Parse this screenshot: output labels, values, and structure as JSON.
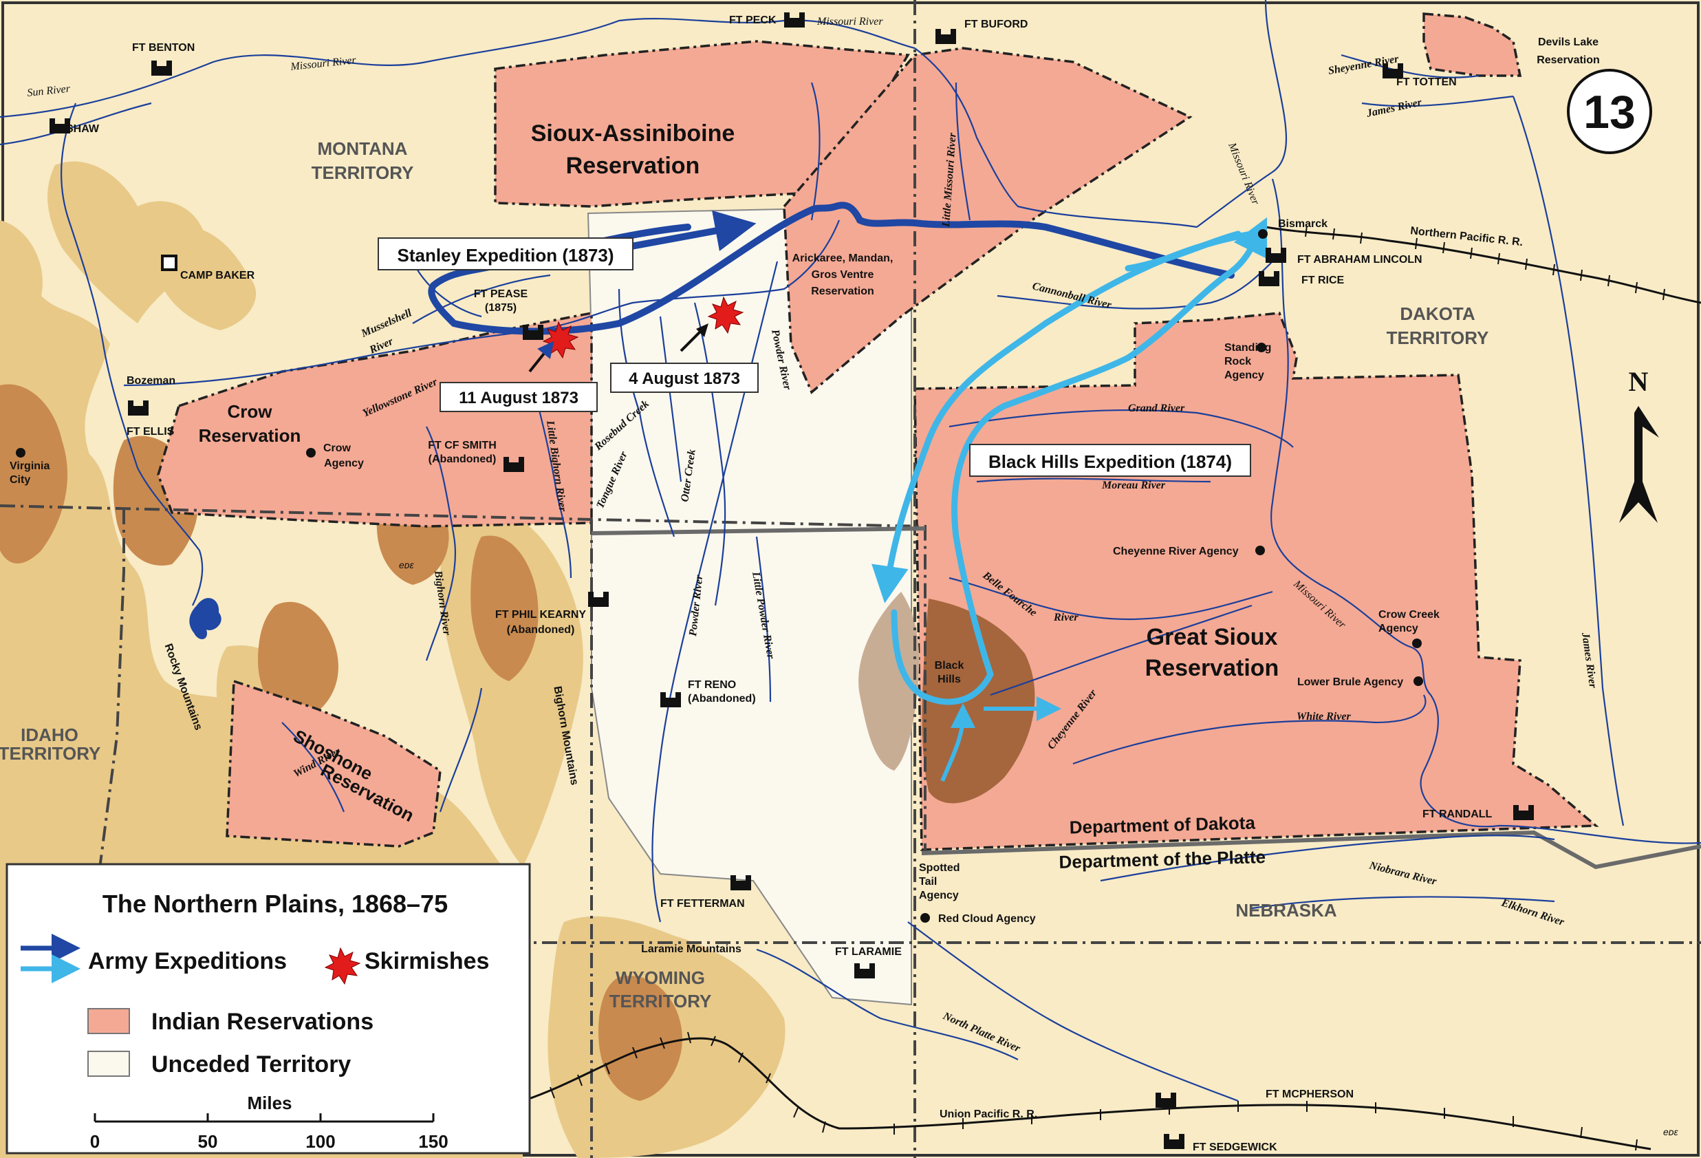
{
  "map_number": "13",
  "colors": {
    "land": "#f8ebc6",
    "reservation": "#f4a994",
    "unceded": "#fbf8ee",
    "mountain_light": "#e8c988",
    "mountain_mid": "#c98a4f",
    "mountain_dark": "#a5663d",
    "expedition_dark": "#1f47a3",
    "expedition_light": "#3fb6e8",
    "skirmish": "#e21b1b",
    "river": "#1b3f9b"
  },
  "legend": {
    "title": "The Northern Plains, 1868–75",
    "army_expeditions": "Army Expeditions",
    "skirmishes": "Skirmishes",
    "indian_reservations": "Indian Reservations",
    "unceded_territory": "Unceded Territory",
    "scale_title": "Miles",
    "scale_ticks": [
      "0",
      "50",
      "100",
      "150"
    ]
  },
  "north_letter": "N",
  "territories": {
    "montana": [
      "MONTANA",
      "TERRITORY"
    ],
    "dakota": [
      "DAKOTA",
      "TERRITORY"
    ],
    "idaho": [
      "IDAHO",
      "TERRITORY"
    ],
    "wyoming": [
      "WYOMING",
      "TERRITORY"
    ],
    "nebraska": "NEBRASKA"
  },
  "reservations": {
    "sioux_assiniboine": [
      "Sioux-Assiniboine",
      "Reservation"
    ],
    "arickaree": [
      "Arickaree, Mandan,",
      "Gros Ventre",
      "Reservation"
    ],
    "crow": [
      "Crow",
      "Reservation"
    ],
    "shoshone": [
      "Shoshone",
      "Reservation"
    ],
    "great_sioux": [
      "Great Sioux",
      "Reservation"
    ],
    "devils_lake": [
      "Devils Lake",
      "Reservation"
    ]
  },
  "departments": {
    "dakota": "Department of Dakota",
    "platte": "Department of the Platte"
  },
  "callouts": {
    "stanley": "Stanley Expedition (1873)",
    "black_hills": "Black Hills Expedition (1874)",
    "aug11": "11 August 1873",
    "aug4": "4 August 1873"
  },
  "forts": {
    "benton": "FT BENTON",
    "shaw": "FT SHAW",
    "camp_baker": "CAMP BAKER",
    "ellis": "FT ELLIS",
    "bozeman": "Bozeman",
    "virginia_city": [
      "Virginia",
      "City"
    ],
    "pease": [
      "FT PEASE",
      "(1875)"
    ],
    "peck": "FT PECK",
    "buford": "FT BUFORD",
    "totten": "FT TOTTEN",
    "bismarck": "Bismarck",
    "abraham_lincoln": "FT ABRAHAM LINCOLN",
    "rice": "FT RICE",
    "cf_smith": [
      "FT CF SMITH",
      "(Abandoned)"
    ],
    "crow_agency": [
      "Crow",
      "Agency"
    ],
    "phil_kearny": [
      "FT PHIL KEARNY",
      "(Abandoned)"
    ],
    "reno": [
      "FT RENO",
      "(Abandoned)"
    ],
    "fetterman": "FT FETTERMAN",
    "laramie": "FT LARAMIE",
    "standing_rock": [
      "Standing",
      "Rock",
      "Agency"
    ],
    "cheyenne_river_agency": "Cheyenne River Agency",
    "crow_creek": [
      "Crow Creek",
      "Agency"
    ],
    "lower_brule": "Lower Brule Agency",
    "randall": "FT RANDALL",
    "spotted_tail": [
      "Spotted",
      "Tail",
      "Agency"
    ],
    "red_cloud": "Red Cloud Agency",
    "mcpherson": "FT MCPHERSON",
    "sedgewick": "FT SEDGEWICK"
  },
  "features": {
    "black_hills": [
      "Black",
      "Hills"
    ],
    "laramie_mountains": "Laramie Mountains",
    "bighorn_mountains": "Bighorn Mountains",
    "rocky_mountains": "Rocky Mountains",
    "northern_pacific": "Northern Pacific R. R.",
    "union_pacific": "Union Pacific R. R."
  },
  "rivers": {
    "missouri_top": "Missouri River",
    "missouri_peck": "Missouri River",
    "missouri_east": "Missouri River",
    "missouri_south": "Missouri River",
    "sun": "Sun River",
    "musselshell": [
      "Musselshell",
      "River"
    ],
    "yellowstone": "Yellowstone River",
    "little_bighorn": "Little Bighorn River",
    "bighorn": "Bighorn River",
    "rosebud": "Rosebud Creek",
    "tongue": "Tongue River",
    "otter": "Otter Creek",
    "powder_n": "Powder River",
    "powder_s": "Powder River",
    "little_powder": "Little Powder River",
    "little_missouri": "Little Missouri River",
    "cannonball": "Cannonball River",
    "grand": "Grand River",
    "moreau": "Moreau River",
    "belle_fourche": [
      "Belle Fourche",
      "River"
    ],
    "cheyenne": "Cheyenne River",
    "white": "White River",
    "niobrara": "Niobrara River",
    "elkhorn": "Elkhorn River",
    "north_platte": "North Platte River",
    "sheyenne": "Sheyenne River",
    "james_n": "James River",
    "james_e": "James River",
    "wind": "Wind River"
  },
  "credits": [
    "eᴅε",
    "eᴅε"
  ]
}
